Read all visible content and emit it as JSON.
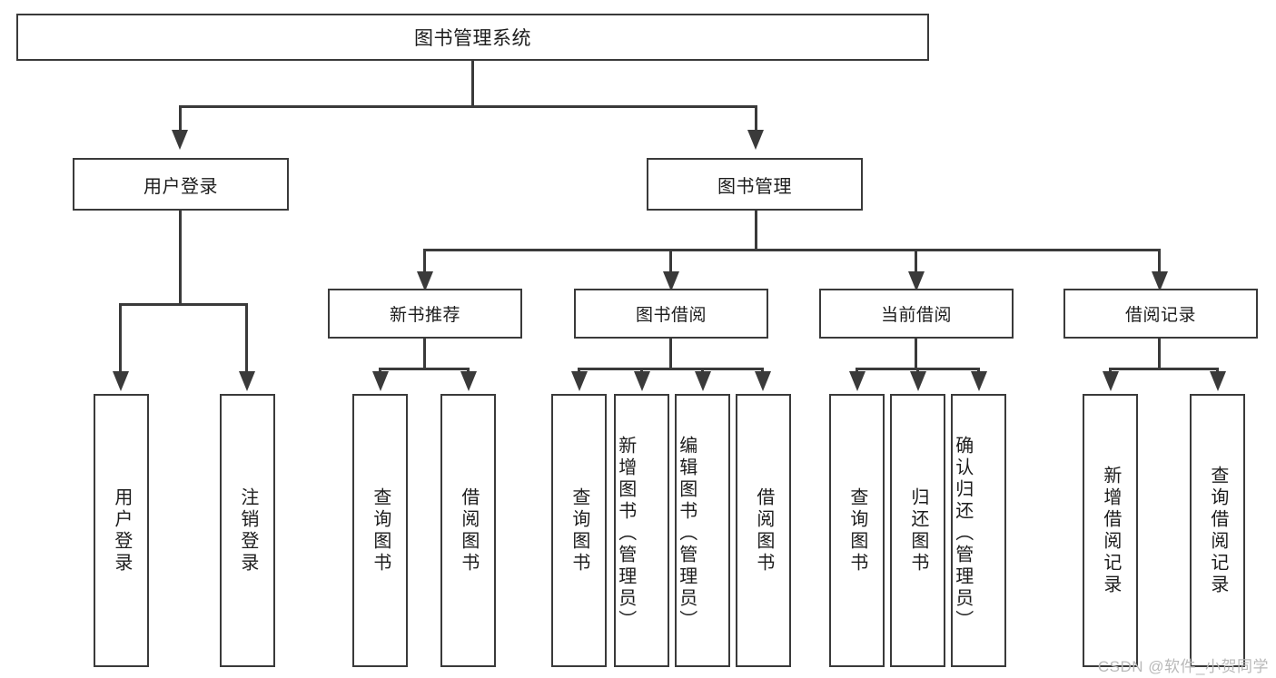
{
  "diagram": {
    "title": "图书管理系统",
    "type": "tree",
    "watermark": "CSDN @软件_小贺同学",
    "root": {
      "label": "图书管理系统"
    },
    "level1": [
      {
        "label": "用户登录"
      },
      {
        "label": "图书管理"
      }
    ],
    "level2": [
      {
        "label": "新书推荐"
      },
      {
        "label": "图书借阅"
      },
      {
        "label": "当前借阅"
      },
      {
        "label": "借阅记录"
      }
    ],
    "leaves": {
      "user_login": [
        {
          "label": "用户登录"
        },
        {
          "label": "注销登录"
        }
      ],
      "new_book_recommend": [
        {
          "label": "查询图书"
        },
        {
          "label": "借阅图书"
        }
      ],
      "book_borrow": [
        {
          "label": "查询图书"
        },
        {
          "label": "新增图书（管理员）"
        },
        {
          "label": "编辑图书（管理员）"
        },
        {
          "label": "借阅图书"
        }
      ],
      "current_borrow": [
        {
          "label": "查询图书"
        },
        {
          "label": "归还图书"
        },
        {
          "label": "确认归还（管理员）"
        }
      ],
      "borrow_record": [
        {
          "label": "新增借阅记录"
        },
        {
          "label": "查询借阅记录"
        }
      ]
    },
    "colors": {
      "stroke": "#3a3a3a",
      "fill": "#ffffff",
      "text": "#1c1c1c",
      "watermark": "#b9b9b9"
    }
  }
}
